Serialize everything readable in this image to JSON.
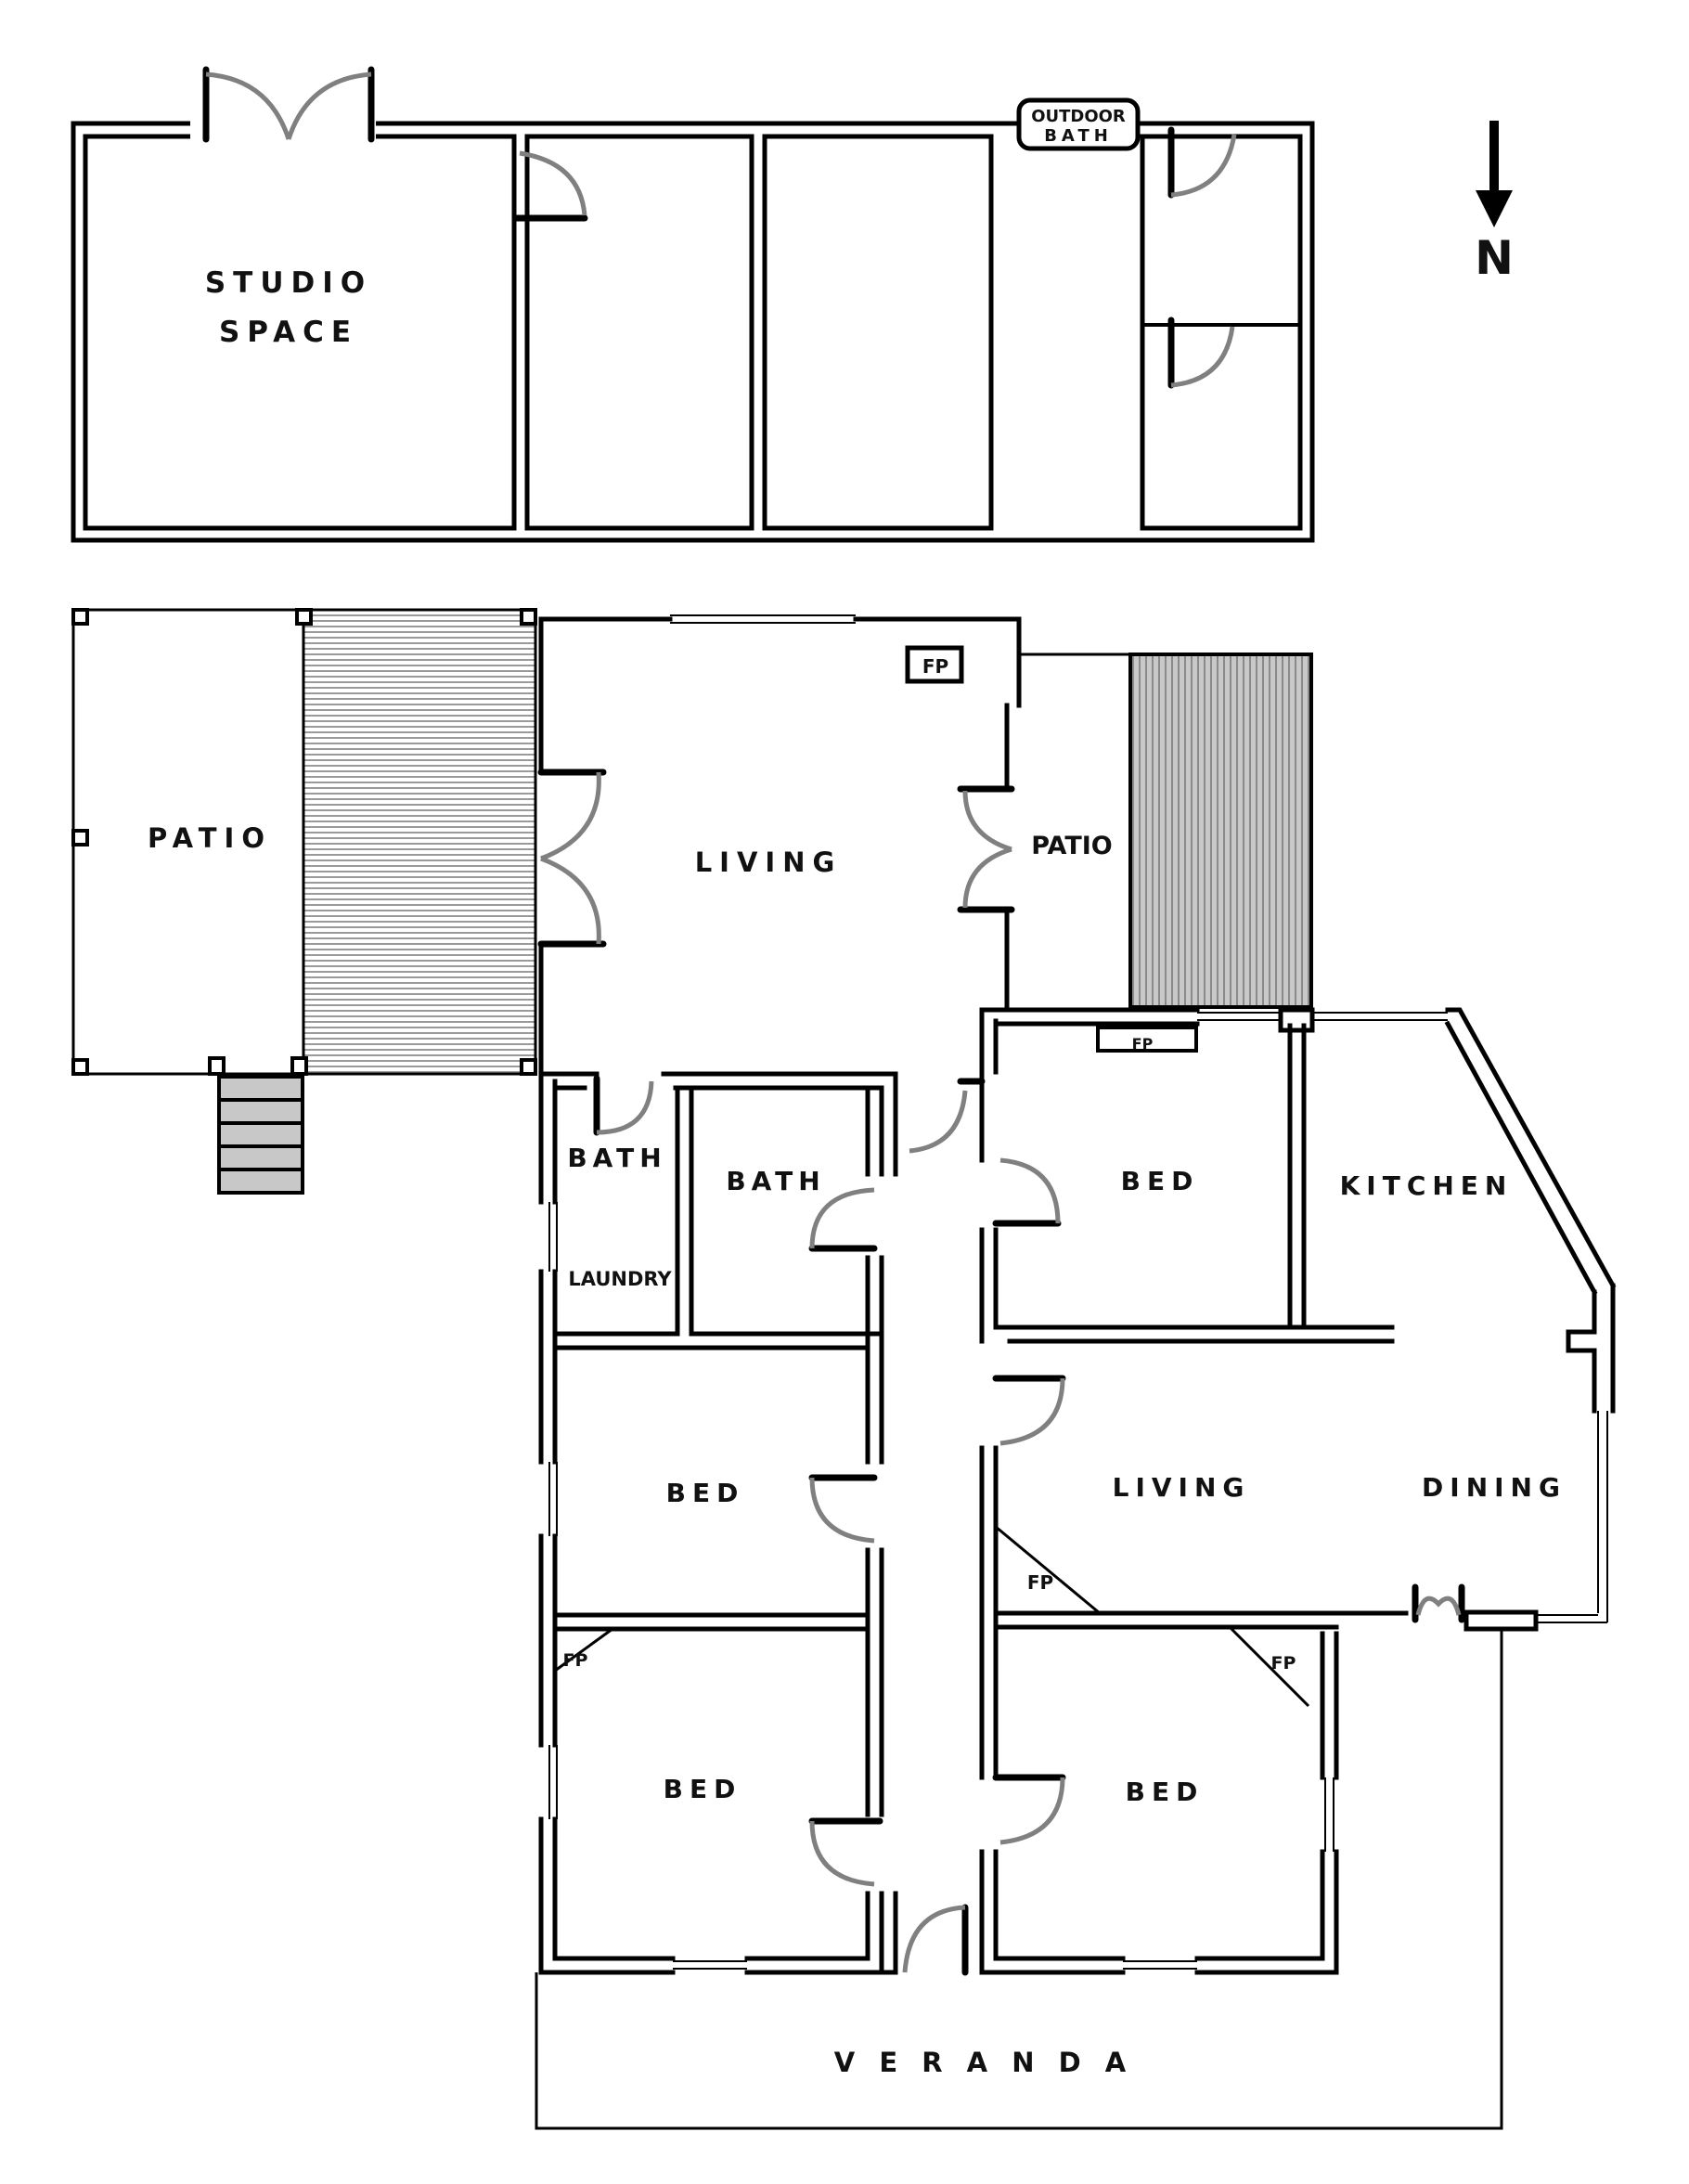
{
  "compass": {
    "letter": "N",
    "icon": "north-arrow-icon"
  },
  "colors": {
    "wall": "#000000",
    "door_swing": "#808080",
    "deck_fill": "#c8c8c8",
    "background": "#ffffff"
  },
  "studio": {
    "label_line1": "STUDIO",
    "label_line2": "SPACE",
    "outdoor_bath_line1": "OUTDOOR",
    "outdoor_bath_line2": "BATH"
  },
  "rooms": {
    "patio_west": "PATIO",
    "living_main": "LIVING",
    "patio_east": "PATIO",
    "bath_1": "BATH",
    "bath_2": "BATH",
    "laundry": "LAUNDRY",
    "bed_1": "BED",
    "kitchen": "KITCHEN",
    "bed_2": "BED",
    "living_2": "LIVING",
    "dining": "DINING",
    "bed_3": "BED",
    "bed_4": "BED",
    "veranda": "V E R A N D A"
  },
  "fireplaces": {
    "living_main": "FP",
    "bed_1": "FP",
    "living_2": "FP",
    "bed_3": "FP",
    "bed_4": "FP"
  }
}
